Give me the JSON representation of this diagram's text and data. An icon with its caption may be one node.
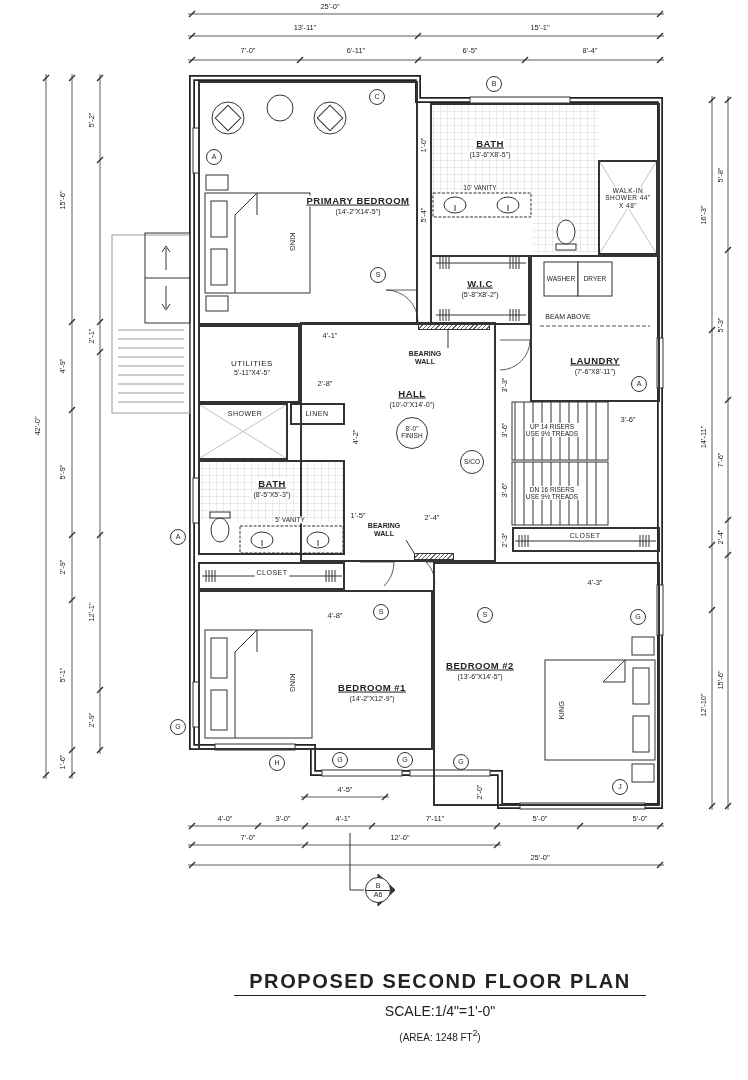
{
  "diagram": {
    "title": "PROPOSED SECOND FLOOR PLAN",
    "nodes": [
      {
        "text": [
          "PRIMARY BEDROOM",
          "(14'-2\"X14'-5\")"
        ]
      },
      {
        "text": [
          "BATH",
          "(13'-6\"X8'-5\")"
        ]
      },
      {
        "text": [
          "WALK-IN SHOWER 44\" X 48\""
        ],
        "in": 1
      },
      {
        "text": [
          "W.I.C",
          "(5'-8\"X8'-2\")"
        ]
      },
      {
        "text": [
          "UTILITIES",
          "5'-11\"X4'-5\""
        ]
      },
      {
        "text": [
          "BEARING WALL"
        ],
        "in": 7
      },
      {
        "text": [],
        "shape": "bar",
        "in": 7
      },
      {
        "text": [
          "HALL",
          "(10'-0\"X14'-0\")"
        ]
      },
      {
        "text": [
          "LAUNDRY",
          "(7'-6\"X8'-11\")"
        ]
      },
      {
        "text": [
          "SHOWER"
        ]
      },
      {
        "text": [
          "LINEN"
        ]
      },
      {
        "text": [
          "BATH",
          "(8'-5\"X5'-3\")"
        ]
      },
      {
        "text": [
          "BEARING WALL"
        ],
        "in": 7
      },
      {
        "text": [],
        "shape": "bar",
        "in": 7
      },
      {
        "text": [
          "CLOSET"
        ]
      },
      {
        "text": [
          "CLOSET"
        ]
      },
      {
        "text": [
          "BEDROOM #1",
          "(14'-2\"X12'-9\")"
        ]
      },
      {
        "text": [
          "BEDROOM #2",
          "(13'-6\"X14'-5\")"
        ]
      },
      {
        "text": [
          "B"
        ]
      },
      {
        "text": [
          "C"
        ],
        "in": 0
      },
      {
        "text": [
          "A"
        ],
        "in": 0
      },
      {
        "text": [
          "S"
        ],
        "in": 0
      },
      {
        "text": [
          "A"
        ],
        "in": 8
      },
      {
        "text": [
          "8'-0\" FINISH"
        ],
        "in": 7
      },
      {
        "text": [
          "S/CO"
        ],
        "in": 7
      },
      {
        "text": [
          "A"
        ]
      },
      {
        "text": [
          "S"
        ],
        "in": 16
      },
      {
        "text": [
          "S"
        ],
        "in": 17
      },
      {
        "text": [
          "G"
        ],
        "in": 17
      },
      {
        "text": [
          "G"
        ]
      },
      {
        "text": [
          "G"
        ]
      },
      {
        "text": [
          "G"
        ]
      },
      {
        "text": [
          "G"
        ],
        "in": 17
      },
      {
        "text": [
          "H"
        ]
      },
      {
        "text": [
          "J"
        ],
        "in": 17
      },
      {
        "text": [
          "B",
          "A6"
        ]
      }
    ],
    "edges": [
      {
        "from": 5,
        "to": 6,
        "arrow": "none"
      },
      {
        "from": 12,
        "to": 13,
        "arrow": "none"
      }
    ],
    "labels": [
      "25'-0\"",
      "13'-11\"",
      "15'-1\"",
      "7'-0\"",
      "6'-11\"",
      "6'-5\"",
      "8'-4\"",
      "5'-2\"",
      "1'-0\"",
      "5'-8\"",
      "10' VANITY",
      "15'-6\"",
      "5'-4\"",
      "16'-3\"",
      "KING",
      "WASHER",
      "DRYER",
      "BEAM ABOVE",
      "5'-3\"",
      "2'-1\"",
      "4'-1\"",
      "4'-9\"",
      "2'-8\"",
      "3'-3\"",
      "42'-0\"",
      "3'-6\"",
      "14'-11\"",
      "4'-2\"",
      "3'-6\"",
      "UP 14 RISERS USE 9½ TREADS",
      "7'-6\"",
      "5'-9\"",
      "3'-6\"",
      "DN 16 RISERS USE 9½ TREADS",
      "1'-5\"",
      "2'-4\"",
      "5' VANITY",
      "2'-3\"",
      "2'-4\"",
      "2'-9\"",
      "4'-3\"",
      "12'-1\"",
      "4'-8\"",
      "KING",
      "5'-1\"",
      "15'-6\"",
      "KING",
      "12'-10\"",
      "2'-9\"",
      "1'-6\"",
      "4'-5\"",
      "2'-0\"",
      "4'-0\"",
      "3'-0\"",
      "4'-1\"",
      "7'-11\"",
      "5'-0\"",
      "5'-0\"",
      "7'-0\"",
      "12'-0\"",
      "25'-0\"",
      "SCALE:1/4\"=1'-0\"",
      "(AREA: 1248 FT$^{2}$)"
    ]
  }
}
